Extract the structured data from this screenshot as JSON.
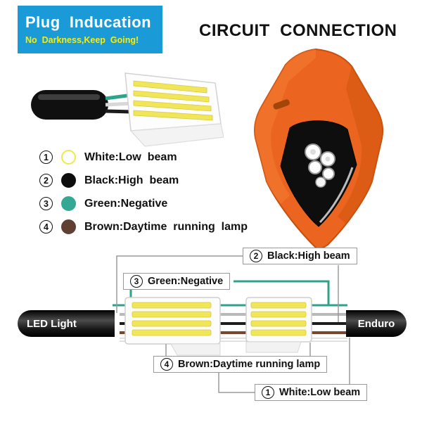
{
  "banner": {
    "title": "Plug  Inducation",
    "subtitle": "No  Darkness,Keep  Going!",
    "bg": "#1a9bd8",
    "title_color": "#ffffff",
    "subtitle_color": "#ffec00"
  },
  "title": "CIRCUIT  CONNECTION",
  "legend": {
    "items": [
      {
        "num": "1",
        "label": "White:Low  beam",
        "color": "#ffffff",
        "border": "#ece75a"
      },
      {
        "num": "2",
        "label": "Black:High  beam",
        "color": "#0d0d0d",
        "border": "#0d0d0d"
      },
      {
        "num": "3",
        "label": "Green:Negative",
        "color": "#35a893",
        "border": "#35a893"
      },
      {
        "num": "4",
        "label": "Brown:Daytime  running  lamp",
        "color": "#5f4032",
        "border": "#5f4032"
      }
    ]
  },
  "harness": {
    "left_cable": "LED Light",
    "right_cable": "Enduro"
  },
  "callouts": [
    {
      "num": "2",
      "label": "Black:High beam"
    },
    {
      "num": "3",
      "label": "Green:Negative"
    },
    {
      "num": "4",
      "label": "Brown:Daytime running lamp"
    },
    {
      "num": "1",
      "label": "White:Low beam"
    }
  ],
  "wire_colors": {
    "green": "#2fa28b",
    "brown": "#7a4630",
    "black": "#1c1c1c",
    "silver": "#b9b9b9",
    "white": "#ffffff",
    "pin_yellow": "#f1e55a"
  },
  "accents": {
    "headlight_orange": "#eb6420",
    "headlight_shadow": "#c8500f"
  }
}
